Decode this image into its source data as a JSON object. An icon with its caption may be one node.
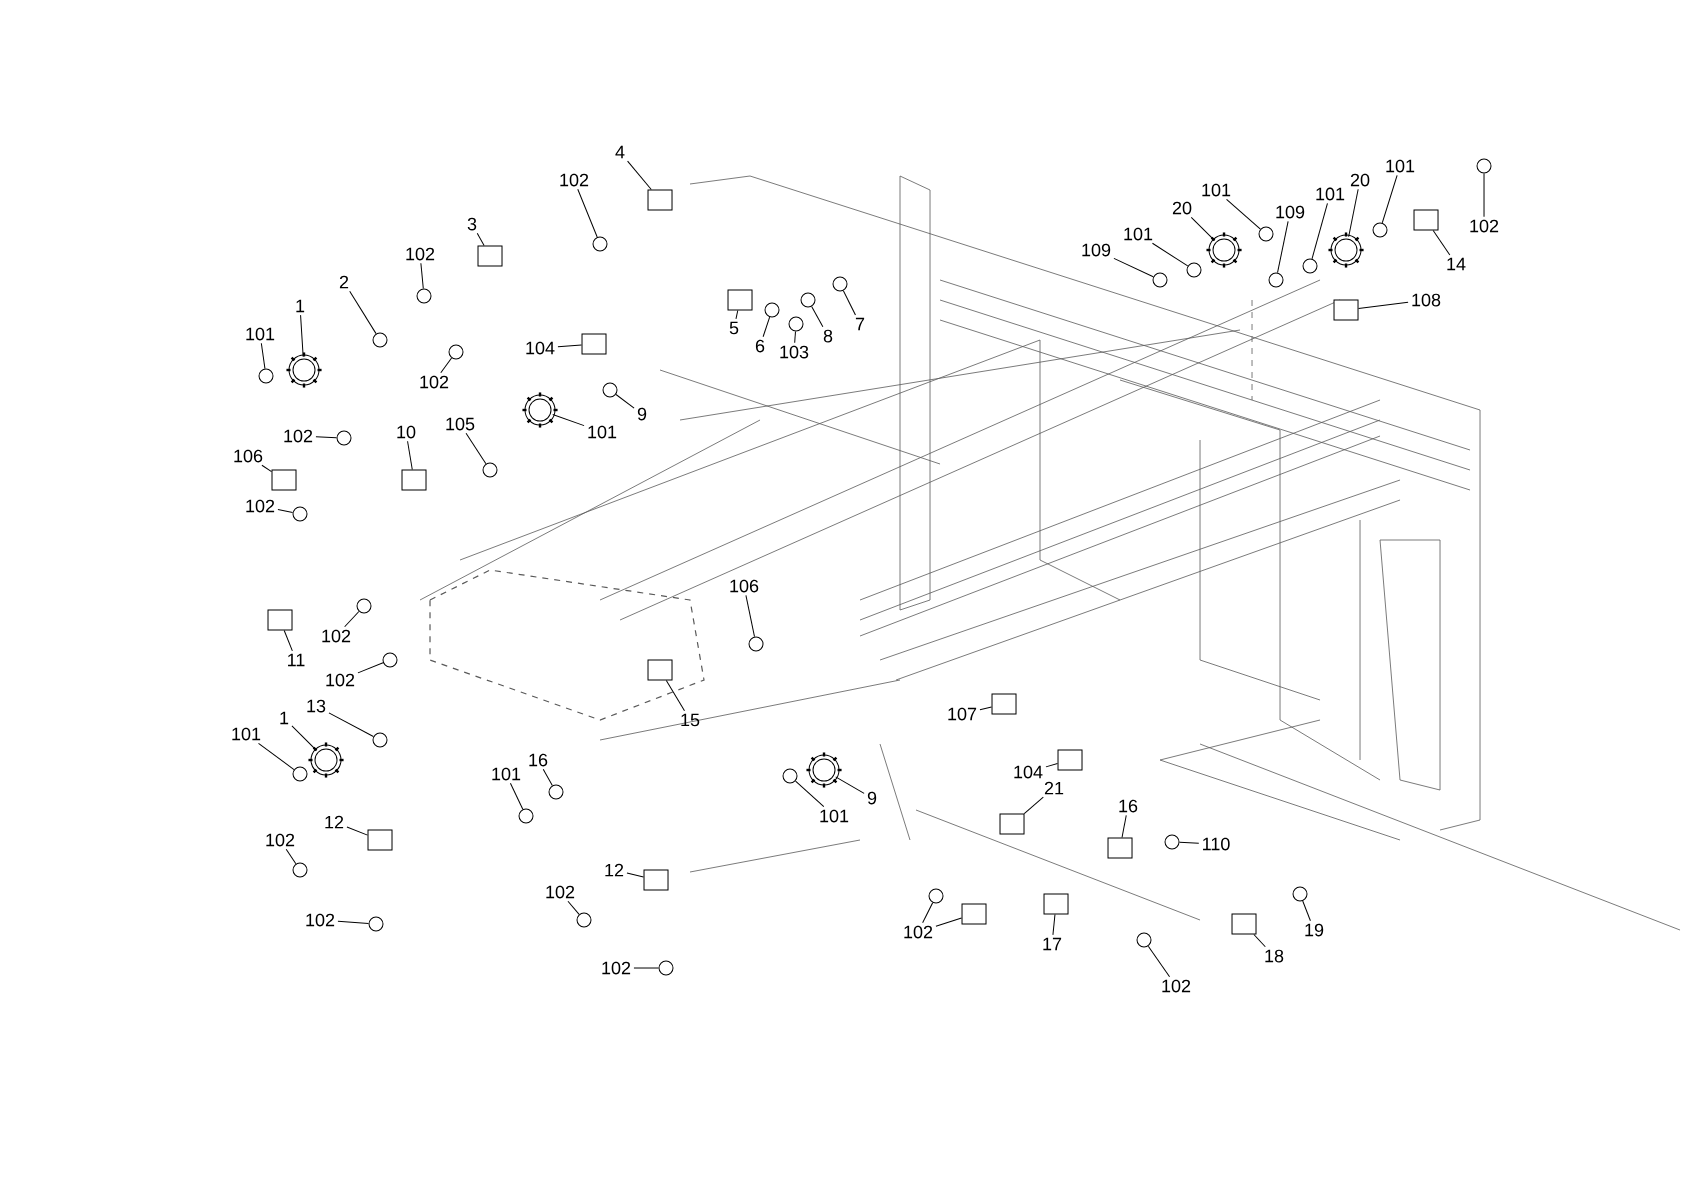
{
  "diagram": {
    "nodes": [
      {
        "text": [
          "102"
        ]
      },
      {
        "text": [
          "4"
        ]
      },
      {
        "text": [
          "3"
        ]
      },
      {
        "text": [
          "102"
        ]
      },
      {
        "text": [
          "2"
        ]
      },
      {
        "text": [
          "1"
        ]
      },
      {
        "text": [
          "101"
        ]
      },
      {
        "text": [
          "102"
        ]
      },
      {
        "text": [
          "104"
        ]
      },
      {
        "text": [
          "5"
        ]
      },
      {
        "text": [
          "6"
        ]
      },
      {
        "text": [
          "103"
        ]
      },
      {
        "text": [
          "8"
        ]
      },
      {
        "text": [
          "7"
        ]
      },
      {
        "text": [
          "9"
        ]
      },
      {
        "text": [
          "101"
        ]
      },
      {
        "text": [
          "102"
        ]
      },
      {
        "text": [
          "10"
        ]
      },
      {
        "text": [
          "105"
        ]
      },
      {
        "text": [
          "106"
        ]
      },
      {
        "text": [
          "102"
        ]
      },
      {
        "text": [
          "11"
        ]
      },
      {
        "text": [
          "102"
        ]
      },
      {
        "text": [
          "102"
        ]
      },
      {
        "text": [
          "106"
        ]
      },
      {
        "text": [
          "15"
        ]
      },
      {
        "text": [
          "13"
        ]
      },
      {
        "text": [
          "1"
        ]
      },
      {
        "text": [
          "101"
        ]
      },
      {
        "text": [
          "101"
        ]
      },
      {
        "text": [
          "16"
        ]
      },
      {
        "text": [
          "12"
        ]
      },
      {
        "text": [
          "102"
        ]
      },
      {
        "text": [
          "102"
        ]
      },
      {
        "text": [
          "12"
        ]
      },
      {
        "text": [
          "102"
        ]
      },
      {
        "text": [
          "102"
        ]
      },
      {
        "text": [
          "9"
        ]
      },
      {
        "text": [
          "101"
        ]
      },
      {
        "text": [
          "107"
        ]
      },
      {
        "text": [
          "104"
        ]
      },
      {
        "text": [
          "21"
        ]
      },
      {
        "text": [
          "16"
        ]
      },
      {
        "text": [
          "110"
        ]
      },
      {
        "text": [
          "102"
        ]
      },
      {
        "text": [
          "17"
        ]
      },
      {
        "text": [
          "18"
        ]
      },
      {
        "text": [
          "19"
        ]
      },
      {
        "text": [
          "102"
        ]
      },
      {
        "text": [
          "109"
        ]
      },
      {
        "text": [
          "101"
        ]
      },
      {
        "text": [
          "20"
        ]
      },
      {
        "text": [
          "101"
        ]
      },
      {
        "text": [
          "109"
        ]
      },
      {
        "text": [
          "101"
        ]
      },
      {
        "text": [
          "20"
        ]
      },
      {
        "text": [
          "101"
        ]
      },
      {
        "text": [
          "102"
        ]
      },
      {
        "text": [
          "14"
        ]
      },
      {
        "text": [
          "108"
        ]
      },
      {
        "text": [],
        "shape": "circle"
      },
      {
        "text": [],
        "shape": "box"
      },
      {
        "text": [],
        "shape": "box"
      },
      {
        "text": [],
        "shape": "circle"
      },
      {
        "text": [],
        "shape": "circle"
      },
      {
        "text": [],
        "shape": "picture"
      },
      {
        "text": [],
        "shape": "circle"
      },
      {
        "text": [],
        "shape": "circle"
      },
      {
        "text": [],
        "shape": "box"
      },
      {
        "text": [],
        "shape": "box"
      },
      {
        "text": [],
        "shape": "circle"
      },
      {
        "text": [],
        "shape": "circle"
      },
      {
        "text": [],
        "shape": "circle"
      },
      {
        "text": [],
        "shape": "circle"
      },
      {
        "text": [],
        "shape": "circle"
      },
      {
        "text": [],
        "shape": "picture"
      },
      {
        "text": [],
        "shape": "circle"
      },
      {
        "text": [],
        "shape": "box"
      },
      {
        "text": [],
        "shape": "circle"
      },
      {
        "text": [],
        "shape": "box"
      },
      {
        "text": [],
        "shape": "circle"
      },
      {
        "text": [],
        "shape": "box"
      },
      {
        "text": [],
        "shape": "circle"
      },
      {
        "text": [],
        "shape": "circle"
      },
      {
        "text": [],
        "shape": "circle"
      },
      {
        "text": [],
        "shape": "box"
      },
      {
        "text": [],
        "shape": "circle"
      },
      {
        "text": [],
        "shape": "picture"
      },
      {
        "text": [],
        "shape": "circle"
      },
      {
        "text": [],
        "shape": "circle"
      },
      {
        "text": [],
        "shape": "circle"
      },
      {
        "text": [],
        "shape": "box"
      },
      {
        "text": [],
        "shape": "circle"
      },
      {
        "text": [],
        "shape": "circle"
      },
      {
        "text": [],
        "shape": "box"
      },
      {
        "text": [],
        "shape": "circle"
      },
      {
        "text": [],
        "shape": "circle"
      },
      {
        "text": [],
        "shape": "picture"
      },
      {
        "text": [],
        "shape": "circle"
      },
      {
        "text": [],
        "shape": "box"
      },
      {
        "text": [],
        "shape": "box"
      },
      {
        "text": [],
        "shape": "box"
      },
      {
        "text": [],
        "shape": "box"
      },
      {
        "text": [],
        "shape": "circle"
      },
      {
        "text": [],
        "shape": "circle"
      },
      {
        "text": [],
        "shape": "box"
      },
      {
        "text": [],
        "shape": "box"
      },
      {
        "text": [],
        "shape": "box"
      },
      {
        "text": [],
        "shape": "circle"
      },
      {
        "text": [],
        "shape": "circle"
      },
      {
        "text": [],
        "shape": "circle"
      },
      {
        "text": [],
        "shape": "circle"
      },
      {
        "text": [],
        "shape": "picture"
      },
      {
        "text": [],
        "shape": "circle"
      },
      {
        "text": [],
        "shape": "circle"
      },
      {
        "text": [],
        "shape": "circle"
      },
      {
        "text": [],
        "shape": "picture"
      },
      {
        "text": [],
        "shape": "circle"
      },
      {
        "text": [],
        "shape": "circle"
      },
      {
        "text": [],
        "shape": "box"
      },
      {
        "text": [],
        "shape": "box"
      }
    ],
    "edges": [
      {
        "from": 0,
        "to": 60,
        "arrow": "none"
      },
      {
        "from": 1,
        "to": 61,
        "arrow": "none"
      },
      {
        "from": 2,
        "to": 62,
        "arrow": "none"
      },
      {
        "from": 3,
        "to": 63,
        "arrow": "none"
      },
      {
        "from": 4,
        "to": 64,
        "arrow": "none"
      },
      {
        "from": 5,
        "to": 65,
        "arrow": "none"
      },
      {
        "from": 6,
        "to": 66,
        "arrow": "none"
      },
      {
        "from": 7,
        "to": 67,
        "arrow": "none"
      },
      {
        "from": 8,
        "to": 68,
        "arrow": "none"
      },
      {
        "from": 9,
        "to": 69,
        "arrow": "none"
      },
      {
        "from": 10,
        "to": 70,
        "arrow": "none"
      },
      {
        "from": 11,
        "to": 71,
        "arrow": "none"
      },
      {
        "from": 12,
        "to": 72,
        "arrow": "none"
      },
      {
        "from": 13,
        "to": 73,
        "arrow": "none"
      },
      {
        "from": 14,
        "to": 74,
        "arrow": "none"
      },
      {
        "from": 15,
        "to": 75,
        "arrow": "none"
      },
      {
        "from": 16,
        "to": 76,
        "arrow": "none"
      },
      {
        "from": 17,
        "to": 77,
        "arrow": "none"
      },
      {
        "from": 18,
        "to": 78,
        "arrow": "none"
      },
      {
        "from": 19,
        "to": 79,
        "arrow": "none"
      },
      {
        "from": 20,
        "to": 80,
        "arrow": "none"
      },
      {
        "from": 21,
        "to": 81,
        "arrow": "none"
      },
      {
        "from": 22,
        "to": 82,
        "arrow": "none"
      },
      {
        "from": 23,
        "to": 83,
        "arrow": "none"
      },
      {
        "from": 24,
        "to": 84,
        "arrow": "none"
      },
      {
        "from": 25,
        "to": 85,
        "arrow": "none"
      },
      {
        "from": 26,
        "to": 86,
        "arrow": "none"
      },
      {
        "from": 27,
        "to": 87,
        "arrow": "none"
      },
      {
        "from": 28,
        "to": 88,
        "arrow": "none"
      },
      {
        "from": 29,
        "to": 89,
        "arrow": "none"
      },
      {
        "from": 30,
        "to": 90,
        "arrow": "none"
      },
      {
        "from": 31,
        "to": 91,
        "arrow": "none"
      },
      {
        "from": 32,
        "to": 92,
        "arrow": "none"
      },
      {
        "from": 33,
        "to": 93,
        "arrow": "none"
      },
      {
        "from": 34,
        "to": 94,
        "arrow": "none"
      },
      {
        "from": 35,
        "to": 95,
        "arrow": "none"
      },
      {
        "from": 36,
        "to": 96,
        "arrow": "none"
      },
      {
        "from": 37,
        "to": 97,
        "arrow": "none"
      },
      {
        "from": 38,
        "to": 98,
        "arrow": "none"
      },
      {
        "from": 39,
        "to": 99,
        "arrow": "none"
      },
      {
        "from": 40,
        "to": 100,
        "arrow": "none"
      },
      {
        "from": 41,
        "to": 101,
        "arrow": "none"
      },
      {
        "from": 42,
        "to": 102,
        "arrow": "none"
      },
      {
        "from": 43,
        "to": 103,
        "arrow": "none"
      },
      {
        "from": 44,
        "to": 104,
        "arrow": "none"
      },
      {
        "from": 44,
        "to": 105,
        "arrow": "none"
      },
      {
        "from": 45,
        "to": 106,
        "arrow": "none"
      },
      {
        "from": 46,
        "to": 107,
        "arrow": "none"
      },
      {
        "from": 47,
        "to": 108,
        "arrow": "none"
      },
      {
        "from": 48,
        "to": 109,
        "arrow": "none"
      },
      {
        "from": 49,
        "to": 110,
        "arrow": "none"
      },
      {
        "from": 50,
        "to": 111,
        "arrow": "none"
      },
      {
        "from": 51,
        "to": 112,
        "arrow": "none"
      },
      {
        "from": 52,
        "to": 113,
        "arrow": "none"
      },
      {
        "from": 53,
        "to": 114,
        "arrow": "none"
      },
      {
        "from": 54,
        "to": 115,
        "arrow": "none"
      },
      {
        "from": 55,
        "to": 116,
        "arrow": "none"
      },
      {
        "from": 56,
        "to": 117,
        "arrow": "none"
      },
      {
        "from": 57,
        "to": 118,
        "arrow": "none"
      },
      {
        "from": 58,
        "to": 119,
        "arrow": "none"
      },
      {
        "from": 59,
        "to": 120,
        "arrow": "none"
      }
    ]
  }
}
